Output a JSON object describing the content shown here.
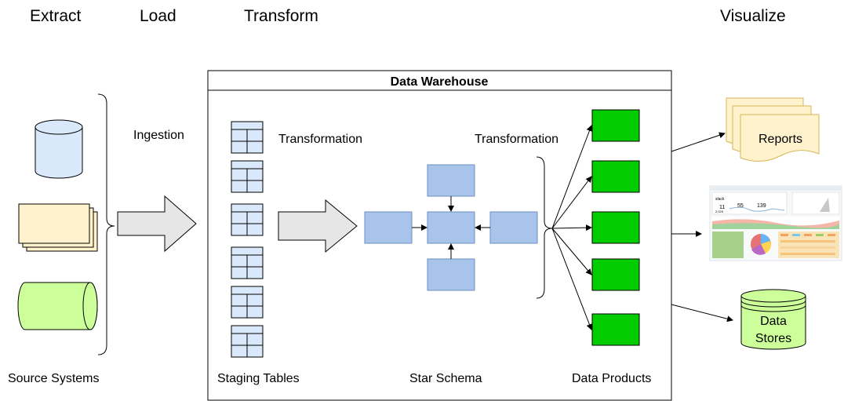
{
  "stages": {
    "extract": "Extract",
    "load": "Load",
    "transform": "Transform",
    "visualize": "Visualize"
  },
  "warehouse": {
    "title": "Data Warehouse"
  },
  "labels": {
    "ingestion": "Ingestion",
    "transformation_1": "Transformation",
    "transformation_2": "Transformation",
    "source_systems": "Source Systems",
    "staging_tables": "Staging Tables",
    "star_schema": "Star Schema",
    "data_products": "Data Products"
  },
  "outputs": {
    "reports": "Reports",
    "data_stores_line1": "Data",
    "data_stores_line2": "Stores"
  },
  "dashboard": {
    "brand": "slack",
    "metrics": [
      "11",
      "55",
      "139"
    ],
    "small_value": "2,025"
  },
  "colors": {
    "blue_fill": "#a9c4eb",
    "blue_stroke": "#6c8ebf",
    "green_fill": "#00cc00",
    "cylinder_blue": "#dae8fc",
    "note_yellow": "#fff2cc",
    "light_green": "#ccff99",
    "report_yellow": "#fff2cc",
    "report_stroke": "#d6b656",
    "arrow_gray": "#e6e6e6"
  }
}
